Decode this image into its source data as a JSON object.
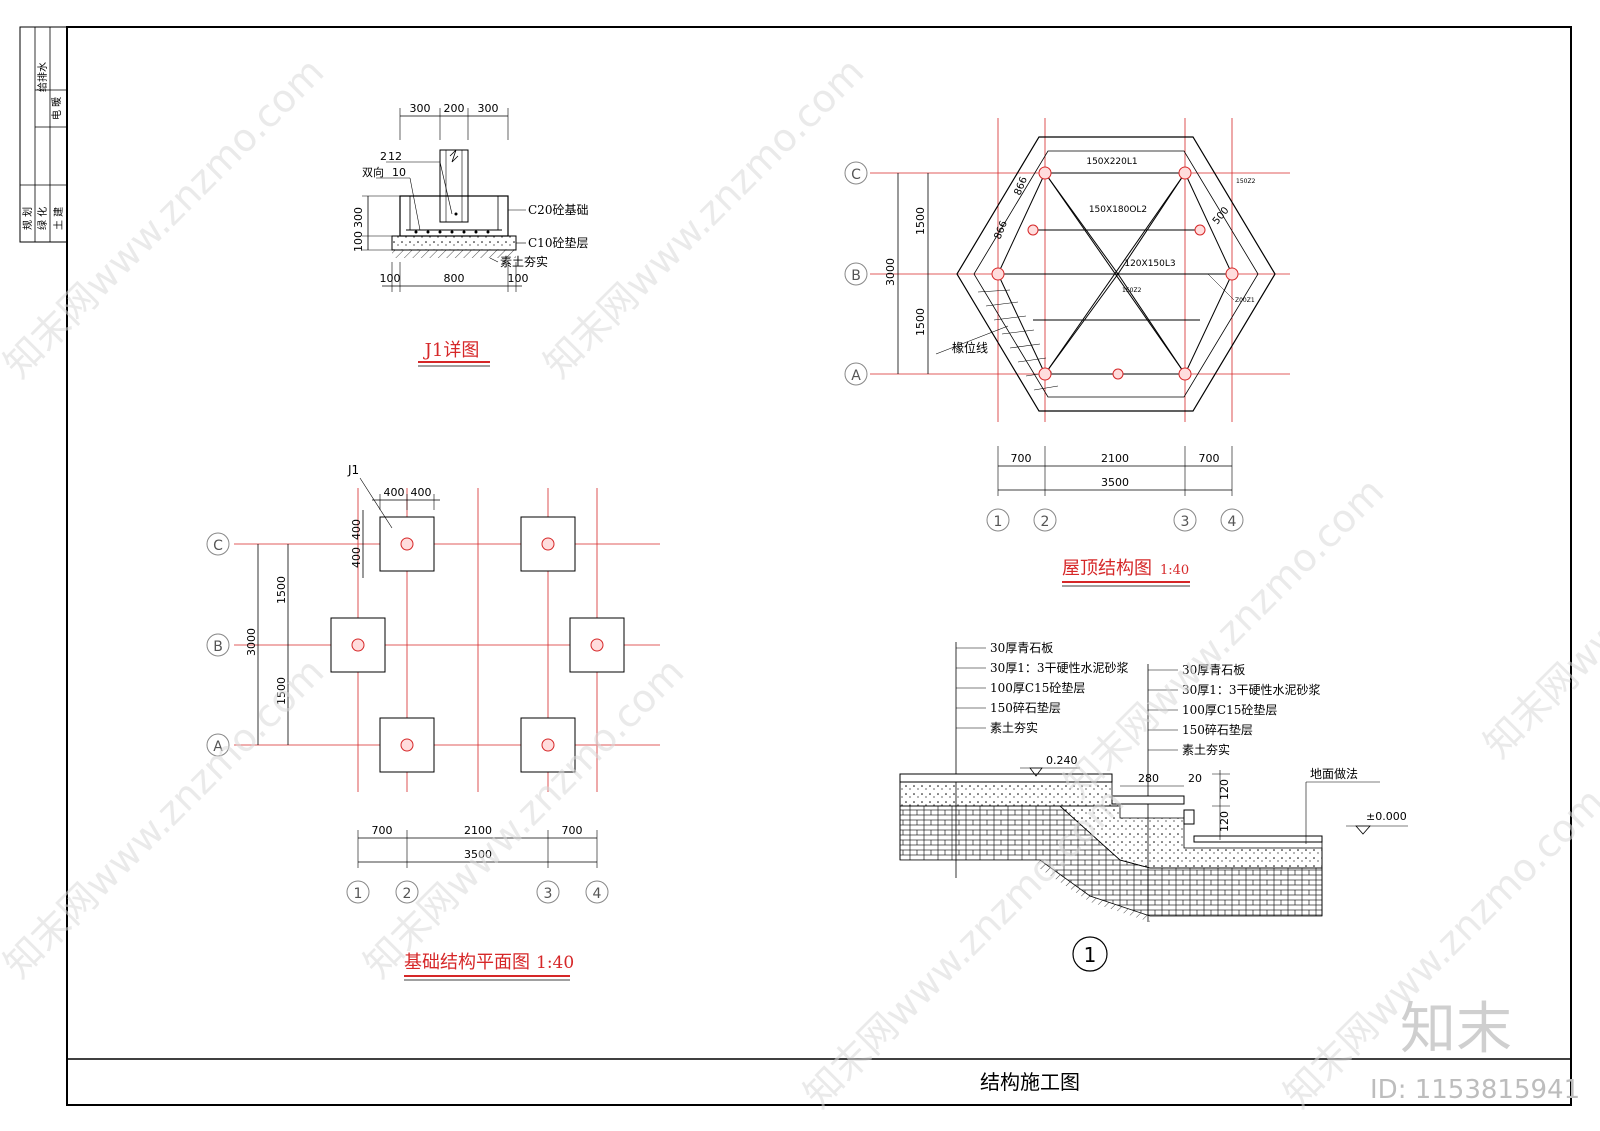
{
  "side_table": {
    "col1": "给排水",
    "col1b": "电 暖",
    "col2a": "规 划",
    "col2b": "绿 化",
    "col2c": "土 建"
  },
  "title_block": {
    "drawing_name": "结构施工图"
  },
  "j1_detail": {
    "title": "J1详图",
    "dims_top": [
      "300",
      "200",
      "300"
    ],
    "dims_bottom": [
      "100",
      "800",
      "100"
    ],
    "dims_left": [
      "300",
      "100"
    ],
    "rebar_1": "2",
    "rebar_1_size": "12",
    "rebar_2": "双向",
    "rebar_2_size": "10",
    "layer_1": "C20砼基础",
    "layer_2": "C10砼垫层",
    "layer_3": "素土夯实"
  },
  "foundation_plan": {
    "title": "基础结构平面图",
    "scale": "1:40",
    "tag": "J1",
    "dims_top": [
      "400",
      "400"
    ],
    "dims_left_top": [
      "400",
      "400"
    ],
    "dims_v": [
      "1500",
      "1500",
      "3000"
    ],
    "dims_h": [
      "700",
      "2100",
      "700",
      "3500"
    ],
    "axes_row": [
      "C",
      "B",
      "A"
    ],
    "axes_col": [
      "1",
      "2",
      "3",
      "4"
    ]
  },
  "roof_plan": {
    "title": "屋顶结构图",
    "scale": "1:40",
    "beam_1": "150X220L1",
    "beam_2": "150X180OL2",
    "beam_3": "120X150L3",
    "dim_866a": "866",
    "dim_866b": "866",
    "dim_500": "500",
    "small_1": "150Z2",
    "small_2": "150Z2",
    "small_3": "Z00Z1",
    "rafter": "椽位线",
    "dims_v": [
      "1500",
      "1500",
      "3000"
    ],
    "dims_h": [
      "700",
      "2100",
      "700",
      "3500"
    ],
    "axes_row": [
      "C",
      "B",
      "A"
    ],
    "axes_col": [
      "1",
      "2",
      "3",
      "4"
    ]
  },
  "section": {
    "callout": "1",
    "left_layers": [
      "30厚青石板",
      "30厚1：3干硬性水泥砂浆",
      "100厚C15砼垫层",
      "150碎石垫层",
      "素土夯实"
    ],
    "right_layers": [
      "30厚青石板",
      "30厚1：3干硬性水泥砂浆",
      "100厚C15砼垫层",
      "150碎石垫层",
      "素土夯实"
    ],
    "elev_top": "0.240",
    "elev_ground": "±0.000",
    "ground_label": "地面做法",
    "dim_280": "280",
    "dim_20": "20",
    "dim_120a": "120",
    "dim_120b": "120"
  },
  "watermark": {
    "site": "知末网www.znzmo.com",
    "logo": "知末",
    "id": "ID: 1153815941"
  }
}
